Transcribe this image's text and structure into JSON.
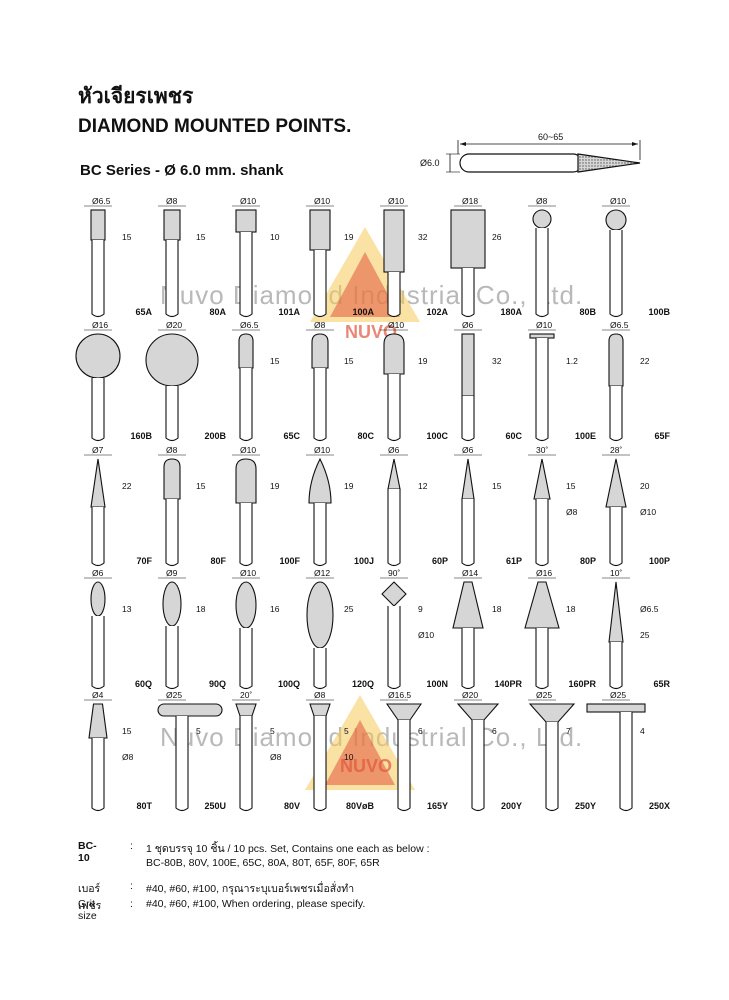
{
  "header": {
    "title_th": "หัวเจียรเพชร",
    "title_en": "DIAMOND MOUNTED POINTS.",
    "series": "BC Series - Ø 6.0 mm. shank",
    "hero_length": "60~65",
    "hero_dia": "Ø6.0"
  },
  "watermark": {
    "text": "Nuvo Diamond Industrial Co., Ltd.",
    "logo": "NUVO"
  },
  "bits": [
    {
      "code": "65A",
      "dims": [
        "Ø6.5",
        "15"
      ]
    },
    {
      "code": "80A",
      "dims": [
        "Ø8",
        "15"
      ]
    },
    {
      "code": "101A",
      "dims": [
        "Ø10",
        "10"
      ]
    },
    {
      "code": "100A",
      "dims": [
        "Ø10",
        "19"
      ]
    },
    {
      "code": "102A",
      "dims": [
        "Ø10",
        "32"
      ]
    },
    {
      "code": "180A",
      "dims": [
        "Ø18",
        "26"
      ]
    },
    {
      "code": "80B",
      "dims": [
        "Ø8"
      ]
    },
    {
      "code": "100B",
      "dims": [
        "Ø10"
      ]
    },
    {
      "code": "160B",
      "dims": [
        "Ø16"
      ]
    },
    {
      "code": "200B",
      "dims": [
        "Ø20"
      ]
    },
    {
      "code": "65C",
      "dims": [
        "Ø6.5",
        "15"
      ]
    },
    {
      "code": "80C",
      "dims": [
        "Ø8",
        "15"
      ]
    },
    {
      "code": "100C",
      "dims": [
        "Ø10",
        "19"
      ]
    },
    {
      "code": "60C",
      "dims": [
        "Ø6",
        "32"
      ]
    },
    {
      "code": "100E",
      "dims": [
        "Ø10",
        "1.2"
      ]
    },
    {
      "code": "65F",
      "dims": [
        "Ø6.5",
        "22"
      ]
    },
    {
      "code": "70F",
      "dims": [
        "Ø7",
        "22"
      ]
    },
    {
      "code": "80F",
      "dims": [
        "Ø8",
        "15"
      ]
    },
    {
      "code": "100F",
      "dims": [
        "Ø10",
        "19"
      ]
    },
    {
      "code": "100J",
      "dims": [
        "Ø10",
        "19"
      ]
    },
    {
      "code": "60P",
      "dims": [
        "Ø6",
        "12"
      ]
    },
    {
      "code": "61P",
      "dims": [
        "Ø6",
        "15"
      ]
    },
    {
      "code": "80P",
      "dims": [
        "30˚",
        "15",
        "Ø8"
      ]
    },
    {
      "code": "100P",
      "dims": [
        "28˚",
        "20",
        "Ø10"
      ]
    },
    {
      "code": "60Q",
      "dims": [
        "Ø6",
        "13"
      ]
    },
    {
      "code": "90Q",
      "dims": [
        "Ø9",
        "18"
      ]
    },
    {
      "code": "100Q",
      "dims": [
        "Ø10",
        "16"
      ]
    },
    {
      "code": "120Q",
      "dims": [
        "Ø12",
        "25"
      ]
    },
    {
      "code": "100N",
      "dims": [
        "90˚",
        "9",
        "Ø10"
      ]
    },
    {
      "code": "140PR",
      "dims": [
        "Ø14",
        "18"
      ]
    },
    {
      "code": "160PR",
      "dims": [
        "Ø16",
        "18"
      ]
    },
    {
      "code": "65R",
      "dims": [
        "10˚",
        "Ø6.5",
        "25"
      ]
    },
    {
      "code": "80T",
      "dims": [
        "Ø4",
        "15",
        "Ø8"
      ]
    },
    {
      "code": "250U",
      "dims": [
        "Ø25",
        "5"
      ]
    },
    {
      "code": "80V",
      "dims": [
        "20˚",
        "5",
        "Ø8"
      ]
    },
    {
      "code": "80VøB",
      "dims": [
        "Ø8",
        "5",
        "10"
      ]
    },
    {
      "code": "165Y",
      "dims": [
        "Ø16.5",
        "6"
      ]
    },
    {
      "code": "200Y",
      "dims": [
        "Ø20",
        "6"
      ]
    },
    {
      "code": "250Y",
      "dims": [
        "Ø25",
        "7"
      ]
    },
    {
      "code": "250X",
      "dims": [
        "Ø25",
        "4"
      ]
    }
  ],
  "footer": {
    "set_key": "BC-10",
    "set_line1": "1 ชุดบรรจุ 10 ชิ้น / 10 pcs. Set, Contains one each as below :",
    "set_line2": "BC-80B, 80V, 100E, 65C, 80A, 80T, 65F, 80F, 65R",
    "grit_th_key": "เบอร์เพชร",
    "grit_th": "#40, #60, #100, กรุณาระบุเบอร์เพชรเมื่อสั่งทำ",
    "grit_en_key": "Grit size",
    "grit_en": "#40, #60, #100, When ordering, please specify.",
    "colon": ":"
  }
}
